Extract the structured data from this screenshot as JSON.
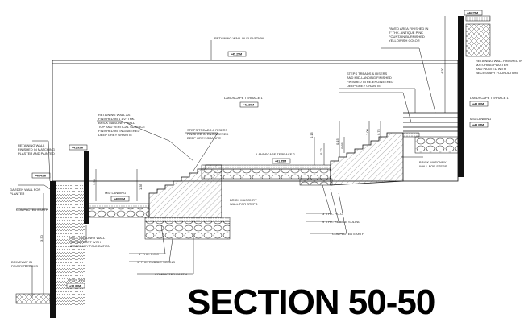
{
  "drawing_title": "SECTION 50-50",
  "callouts": {
    "retaining_wall_elevation": "RETAINING WALL IN ELEVATION",
    "paved_area": [
      "PAVED AREA FINISHED IN",
      "2\" THK. ANTIQUE PINK",
      "FOUNTAIN BURNISHED",
      "YELLOWISH COLOR"
    ],
    "retaining_wall_right": [
      "RETAINING WALL FINISHED IN",
      "MATCHING PLASTER",
      "AND PAINTED WITH",
      "NECESSARY FOUNDATION"
    ],
    "steps_right": [
      "STEPS TREADS & RISERS",
      "AND MID-LANDING FINISHED",
      "FINISHED IN RE-ENGINEERED",
      "DEEP GREY GRANITE"
    ],
    "landscape_terrace_1": "LANDSCAPE TERRACE 1",
    "landscape_terrace_1_right": "LANDSCAPE TERRACE 1",
    "mid_landing_right": "MID LANDING",
    "retaining_wall_left": [
      "RETAINING WALL AS",
      "FINISHED IN 4 1/2\" THK.",
      "BRICK MASONRY WALL",
      "TOP AND VERTICAL SURFACE",
      "FINISHED IN ENGINEERED",
      "DEEP GREY GRANITE"
    ],
    "steps_mid": [
      "STEPS TREADS & RISERS",
      "FINISHED IN ENGINEERED",
      "DEEP GREY GRANITE"
    ],
    "landscape_terrace_2": "LANDSCAPE TERRACE 2",
    "brick_masonry_right": [
      "BRICK MASONRY",
      "WALL FOR STEPS"
    ],
    "retaining_wall_farleft": [
      "RETAINING WALL",
      "FINISHED IN MATCHING",
      "PLASTER AND PAINTED"
    ],
    "garden_wall": [
      "GARDEN WALL FOR",
      "PLANTER"
    ],
    "mid_landing_left": "MID LANDING",
    "brick_masonry_mid": [
      "BRICK MASONRY",
      "WALL FOR STEPS"
    ],
    "compacted_earth_left": "COMPACTED EARTH",
    "pcc_right": "3\" THK. P.C.C",
    "rubble_right": "9\" THK. RUBBLE SOLING",
    "compacted_right": "COMPACTED EARTH",
    "brick_support": [
      "BRICK MASONRY WALL",
      "FOR SUPPORT WITH",
      "NECESSARY FOUNDATION"
    ],
    "pcc_mid": "3\" THK. P.C.C",
    "rubble_mid": "9\" THK. RUBBLE SOLING",
    "compacted_mid": "COMPACTED EARTH",
    "driveway": [
      "DRIVEWAY IN",
      "PAVERS BLOCKS"
    ],
    "drive_way": "DRIVE WAY"
  },
  "level_tags": [
    "+46.25M",
    "+45.25M",
    "+43.80M",
    "+43.05M",
    "+42.30M",
    "+41.95M",
    "+41.55M",
    "+40.45M",
    "+40.00M",
    "+38.80M",
    "+37.20M"
  ],
  "dimensions": [
    "1.50",
    "1.35",
    "0.15",
    "0.72",
    "0.15",
    "0.65",
    "1.00",
    "0.75",
    "0.70",
    "4.20",
    "3.30"
  ],
  "colors": {
    "line": "#111111",
    "hatch": "#555555",
    "bg": "#ffffff"
  }
}
